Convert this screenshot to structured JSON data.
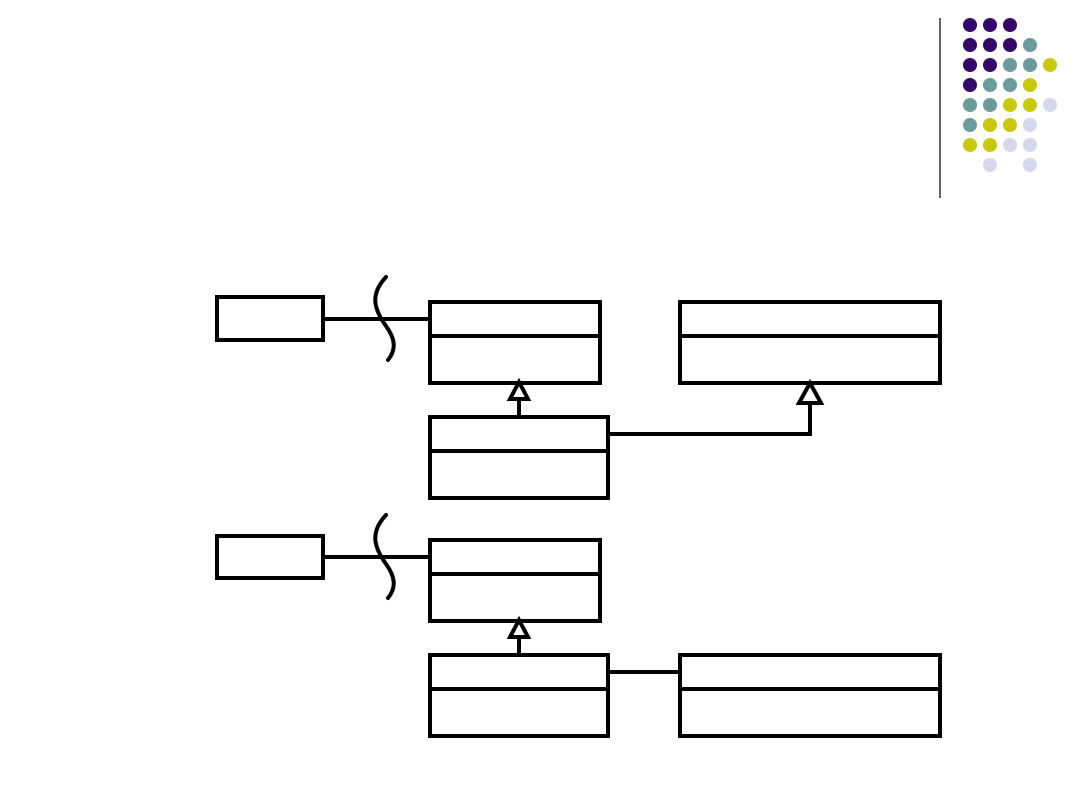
{
  "decoration": {
    "palette": {
      "purple": "#35096a",
      "teal": "#6b9b9b",
      "yellow": "#c8c90a",
      "lavender": "#d8d8ec"
    },
    "dot_grid": [
      [
        "purple",
        "purple",
        "purple",
        null,
        null
      ],
      [
        "purple",
        "purple",
        "purple",
        "teal",
        null
      ],
      [
        "purple",
        "purple",
        "teal",
        "teal",
        "yellow"
      ],
      [
        "purple",
        "teal",
        "teal",
        "yellow",
        null
      ],
      [
        "teal",
        "teal",
        "yellow",
        "yellow",
        "lavender"
      ],
      [
        "teal",
        "yellow",
        "yellow",
        "lavender",
        null
      ],
      [
        "yellow",
        "yellow",
        "lavender",
        "lavender",
        null
      ],
      [
        null,
        "lavender",
        null,
        "lavender",
        null
      ]
    ]
  },
  "diagram": {
    "line_color": "#000000",
    "box_fill": "#ffffff"
  }
}
